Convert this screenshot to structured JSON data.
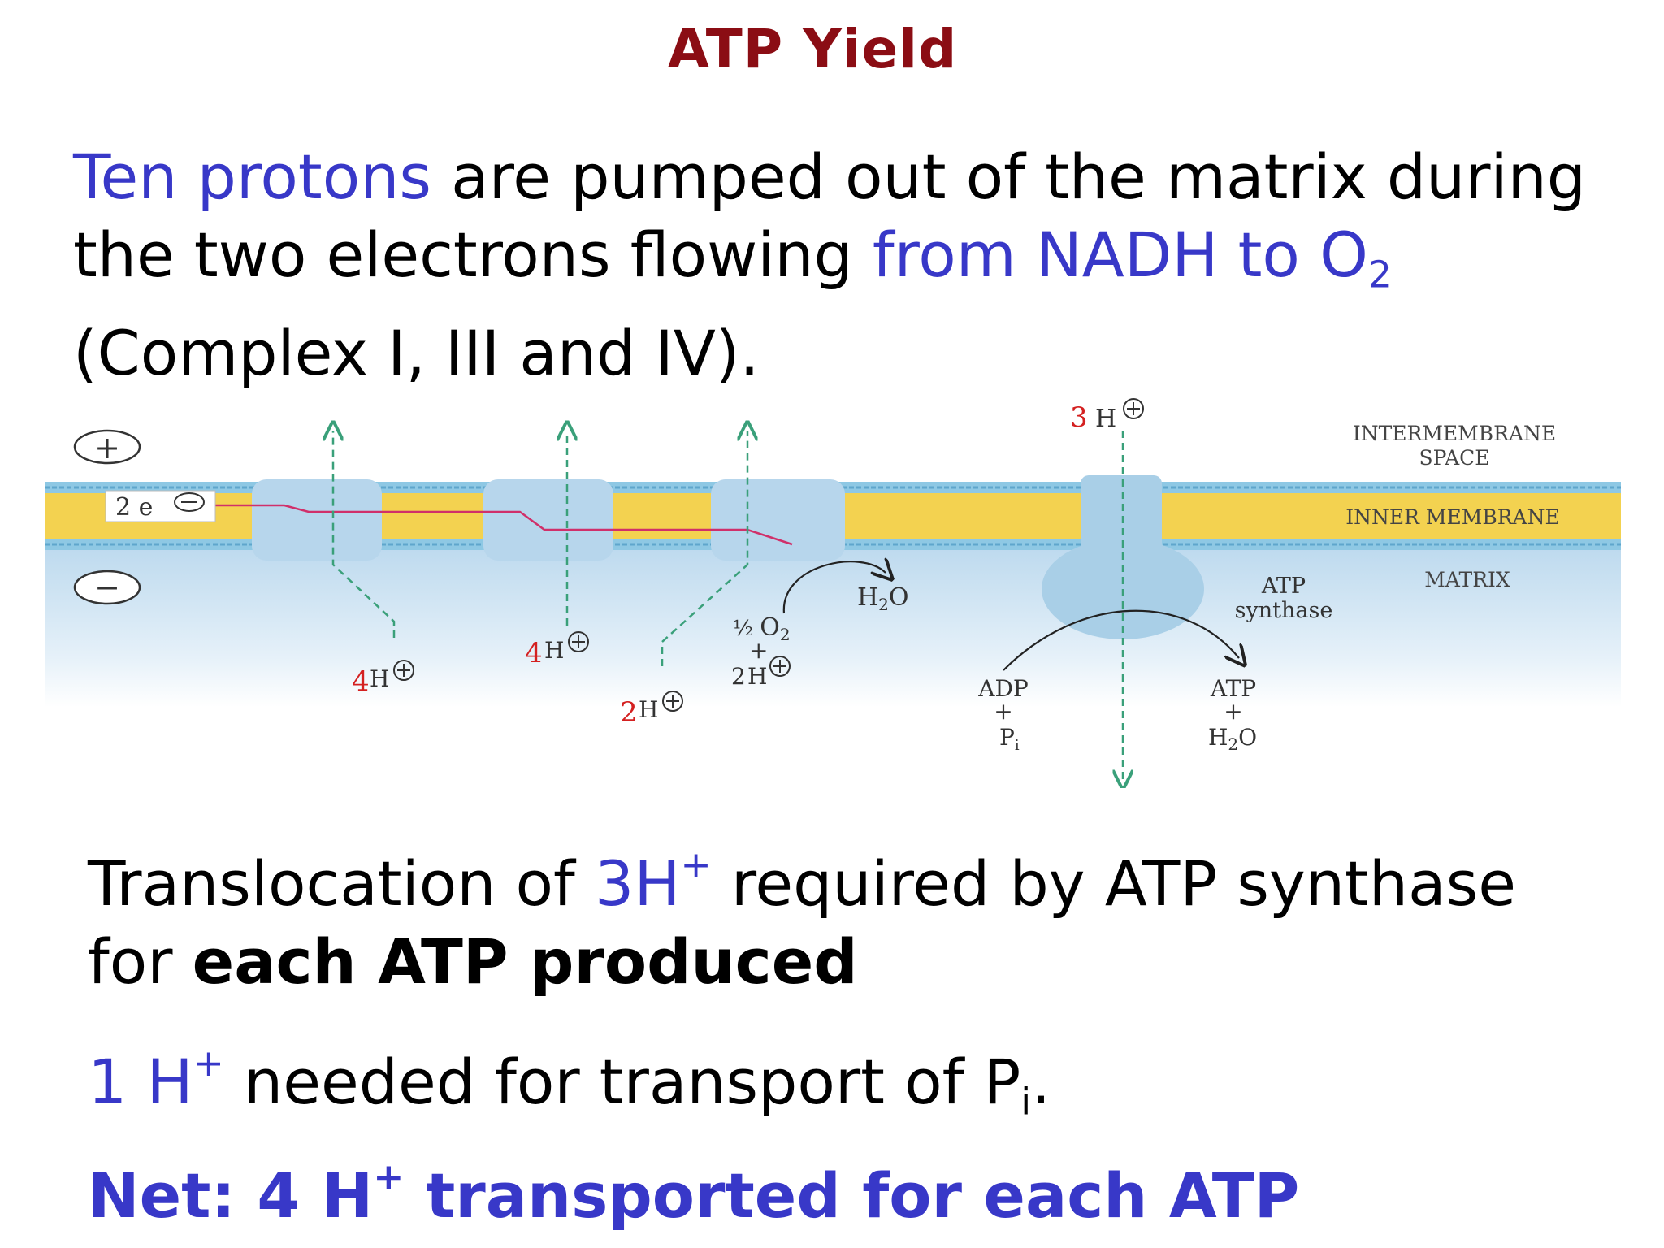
{
  "title": "ATP Yield",
  "intro": {
    "part1": "Ten protons",
    "part2": " are pumped out of the matrix during",
    "part3": "the two electrons flowing ",
    "part4": "from NADH to O",
    "part4_sub": "2",
    "part5": "(Complex I, III and IV)."
  },
  "diagram": {
    "plus_sign": "+",
    "minus_sign": "−",
    "electrons_label": "2 e",
    "intermembrane_line1": "INTERMEMBRANE",
    "intermembrane_line2": "SPACE",
    "inner_membrane": "INNER MEMBRANE",
    "matrix": "MATRIX",
    "atp_synthase_line1": "ATP",
    "atp_synthase_line2": "synthase",
    "proton_3h_num": "3",
    "proton_label": "H",
    "p1_num": "4",
    "p2_num": "4",
    "p3_num": "2",
    "water": "H",
    "water_sub": "2",
    "water_o": "O",
    "half_o2_frac": "½",
    "half_o2_o": "O",
    "half_o2_sub": "2",
    "plus": "+",
    "two_h_num": "2",
    "adp": "ADP",
    "pi": "P",
    "pi_sub": "i",
    "atp": "ATP",
    "colors": {
      "membrane_yellow": "#f3d250",
      "membrane_blue": "#8ec8e4",
      "matrix_blue": "#cfe4f3",
      "complex_blue": "#b7d6ec",
      "proton_red": "#d42020",
      "path_green": "#3aa07a",
      "electron_path": "#d0306a"
    }
  },
  "translocation": {
    "part1": "Translocation of ",
    "part2": "3H",
    "part2_sup": "+",
    "part3": " required by ATP synthase",
    "part4": "for ",
    "part5": "each ATP produced"
  },
  "transport": {
    "part1": "1 H",
    "part1_sup": "+",
    "part2": " needed for transport of P",
    "part2_sub": "i",
    "part3": "."
  },
  "net": {
    "part1": "Net:  4 H",
    "part1_sup": "+",
    "part2": " transported for each ATP"
  }
}
